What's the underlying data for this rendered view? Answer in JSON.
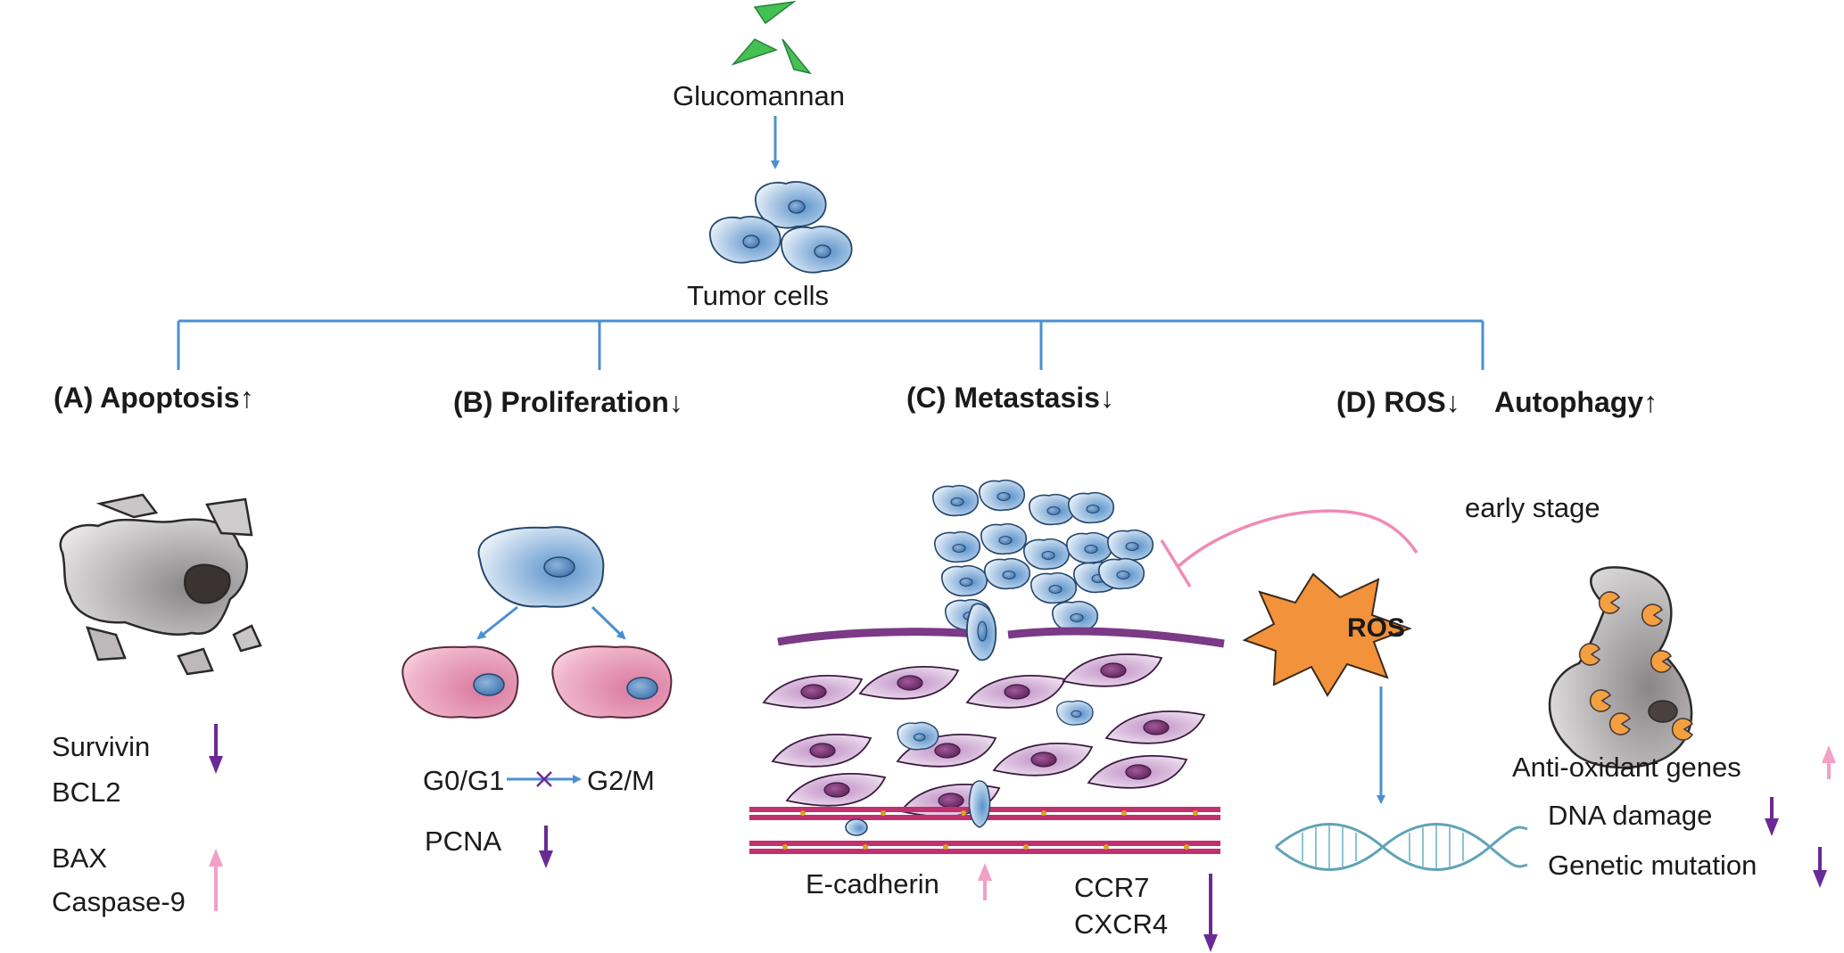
{
  "top": {
    "compound_label": "Glucomannan",
    "target_label": "Tumor cells"
  },
  "panels": {
    "a": {
      "heading": "(A) Apoptosis↑",
      "down_markers": [
        "Survivin",
        "BCL2"
      ],
      "up_markers": [
        "BAX",
        "Caspase-9"
      ]
    },
    "b": {
      "heading": "(B) Proliferation↓",
      "cell_cycle_from": "G0/G1",
      "cell_cycle_to": "G2/M",
      "marker_down": "PCNA"
    },
    "c": {
      "heading": "(C) Metastasis↓",
      "marker_up": "E-cadherin",
      "markers_down": [
        "CCR7",
        "CXCR4"
      ]
    },
    "d": {
      "heading_ros": "(D) ROS↓",
      "heading_autophagy": "Autophagy↑",
      "ros_label": "ROS",
      "inhibition_label": "early stage",
      "marker_up": "Anti-oxidant genes",
      "markers_down": [
        "DNA damage",
        "Genetic mutation"
      ]
    }
  },
  "colors": {
    "connector_blue": "#4a90d0",
    "down_arrow_purple": "#6a2a96",
    "up_arrow_pink": "#f2a0c4",
    "ros_orange": "#f2923a",
    "membrane_purple": "#7a3a86",
    "vessel_red": "#c2306e",
    "leaf_green": "#3db94a"
  },
  "icons": [
    "glucomannan-leaf-icon",
    "tumor-cell-icon",
    "apoptotic-cell-icon",
    "dividing-cell-icon",
    "ros-burst-icon",
    "dna-helix-icon",
    "autophagosome-icon"
  ]
}
